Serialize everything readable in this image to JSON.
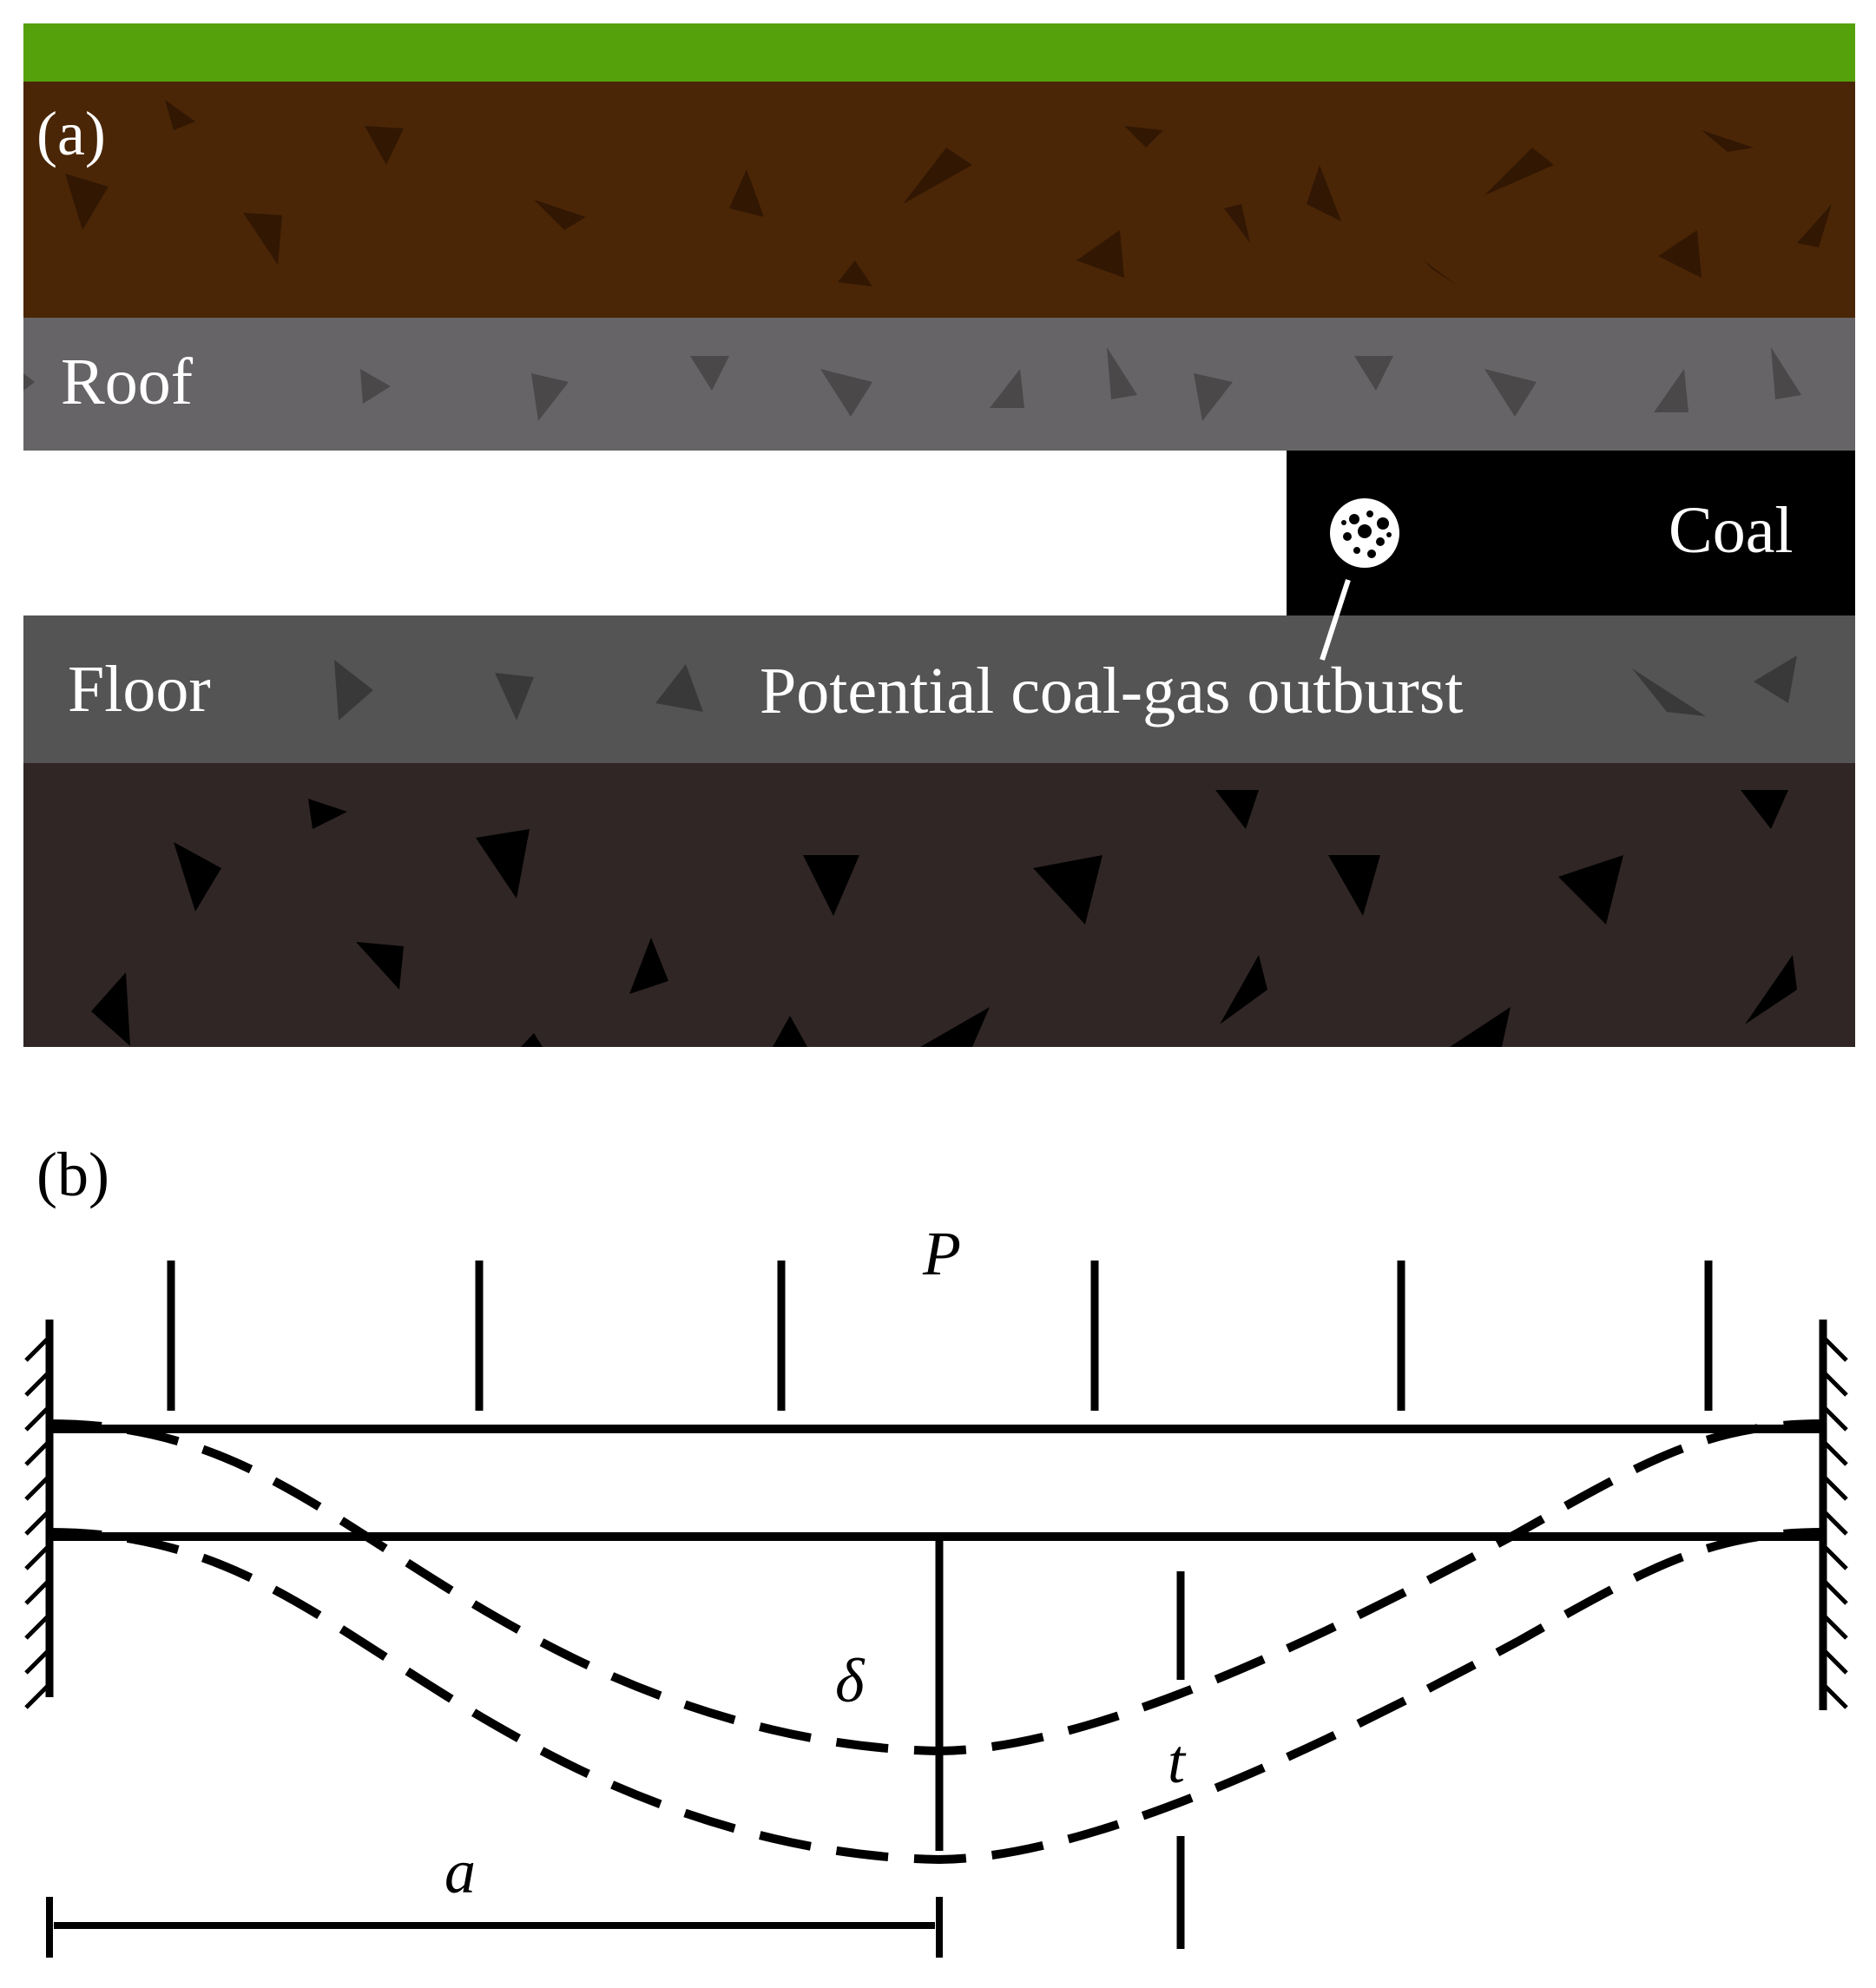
{
  "panel_a": {
    "label": "(a)",
    "roof_label": "Roof",
    "coal_label": "Coal",
    "floor_label": "Floor",
    "outburst_label": "Potential coal-gas outburst",
    "colors": {
      "surface": "#55a10b",
      "soil": "#4a2606",
      "roof": "#666467",
      "coal": "#000000",
      "floor": "#555455",
      "bedrock": "#302625"
    }
  },
  "panel_b": {
    "label": "(b)",
    "load_label": "P",
    "deflection_label": "δ",
    "thickness_label": "t",
    "span_label": "a"
  }
}
